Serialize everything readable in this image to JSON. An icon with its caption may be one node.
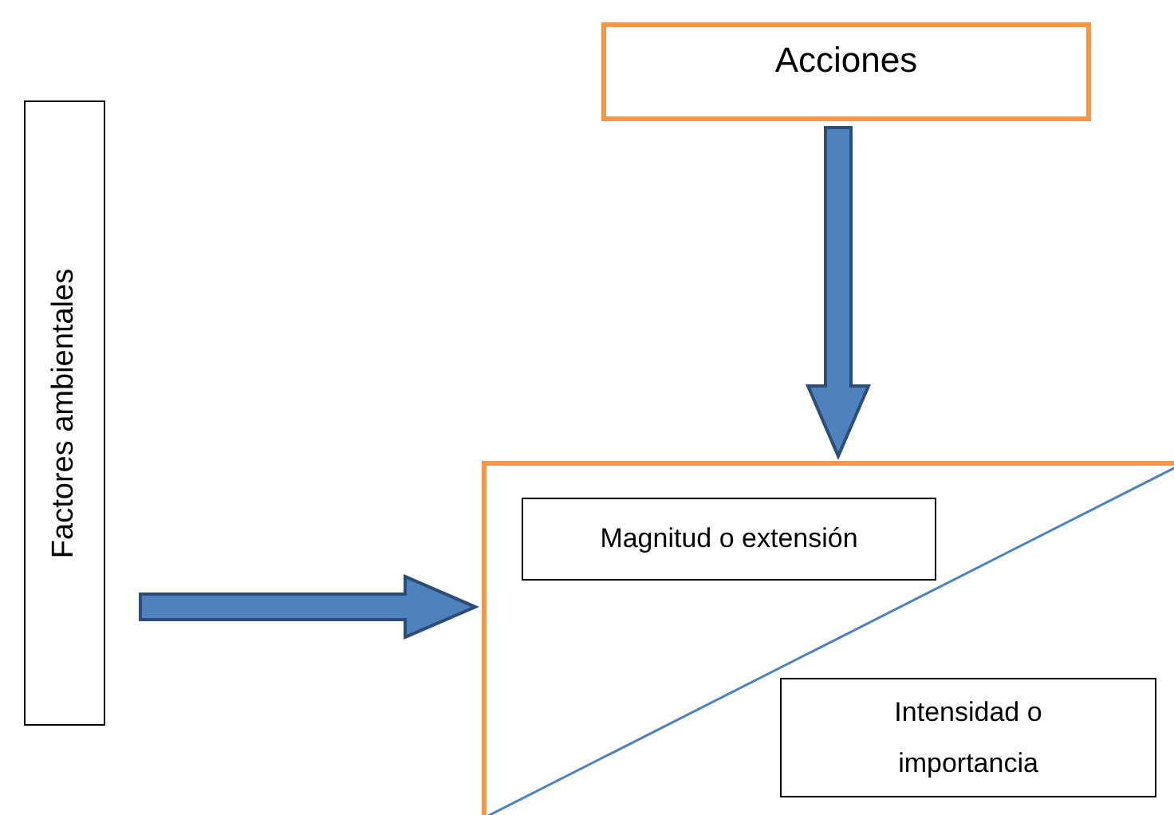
{
  "diagram": {
    "nodes": [
      {
        "text": [
          "Acciones"
        ]
      },
      {
        "text": [
          "Factores ambientales"
        ]
      },
      {
        "text": [],
        "shape": "box"
      },
      {
        "text": [
          "Magnitud o extensión"
        ],
        "in": 2
      },
      {
        "text": [
          "Intensidad o importancia"
        ],
        "in": 2
      }
    ],
    "edges": [
      {
        "from": 0,
        "to": 2,
        "arrow": "to",
        "style": "thick"
      },
      {
        "from": 1,
        "to": 2,
        "arrow": "to",
        "style": "thick"
      }
    ]
  }
}
